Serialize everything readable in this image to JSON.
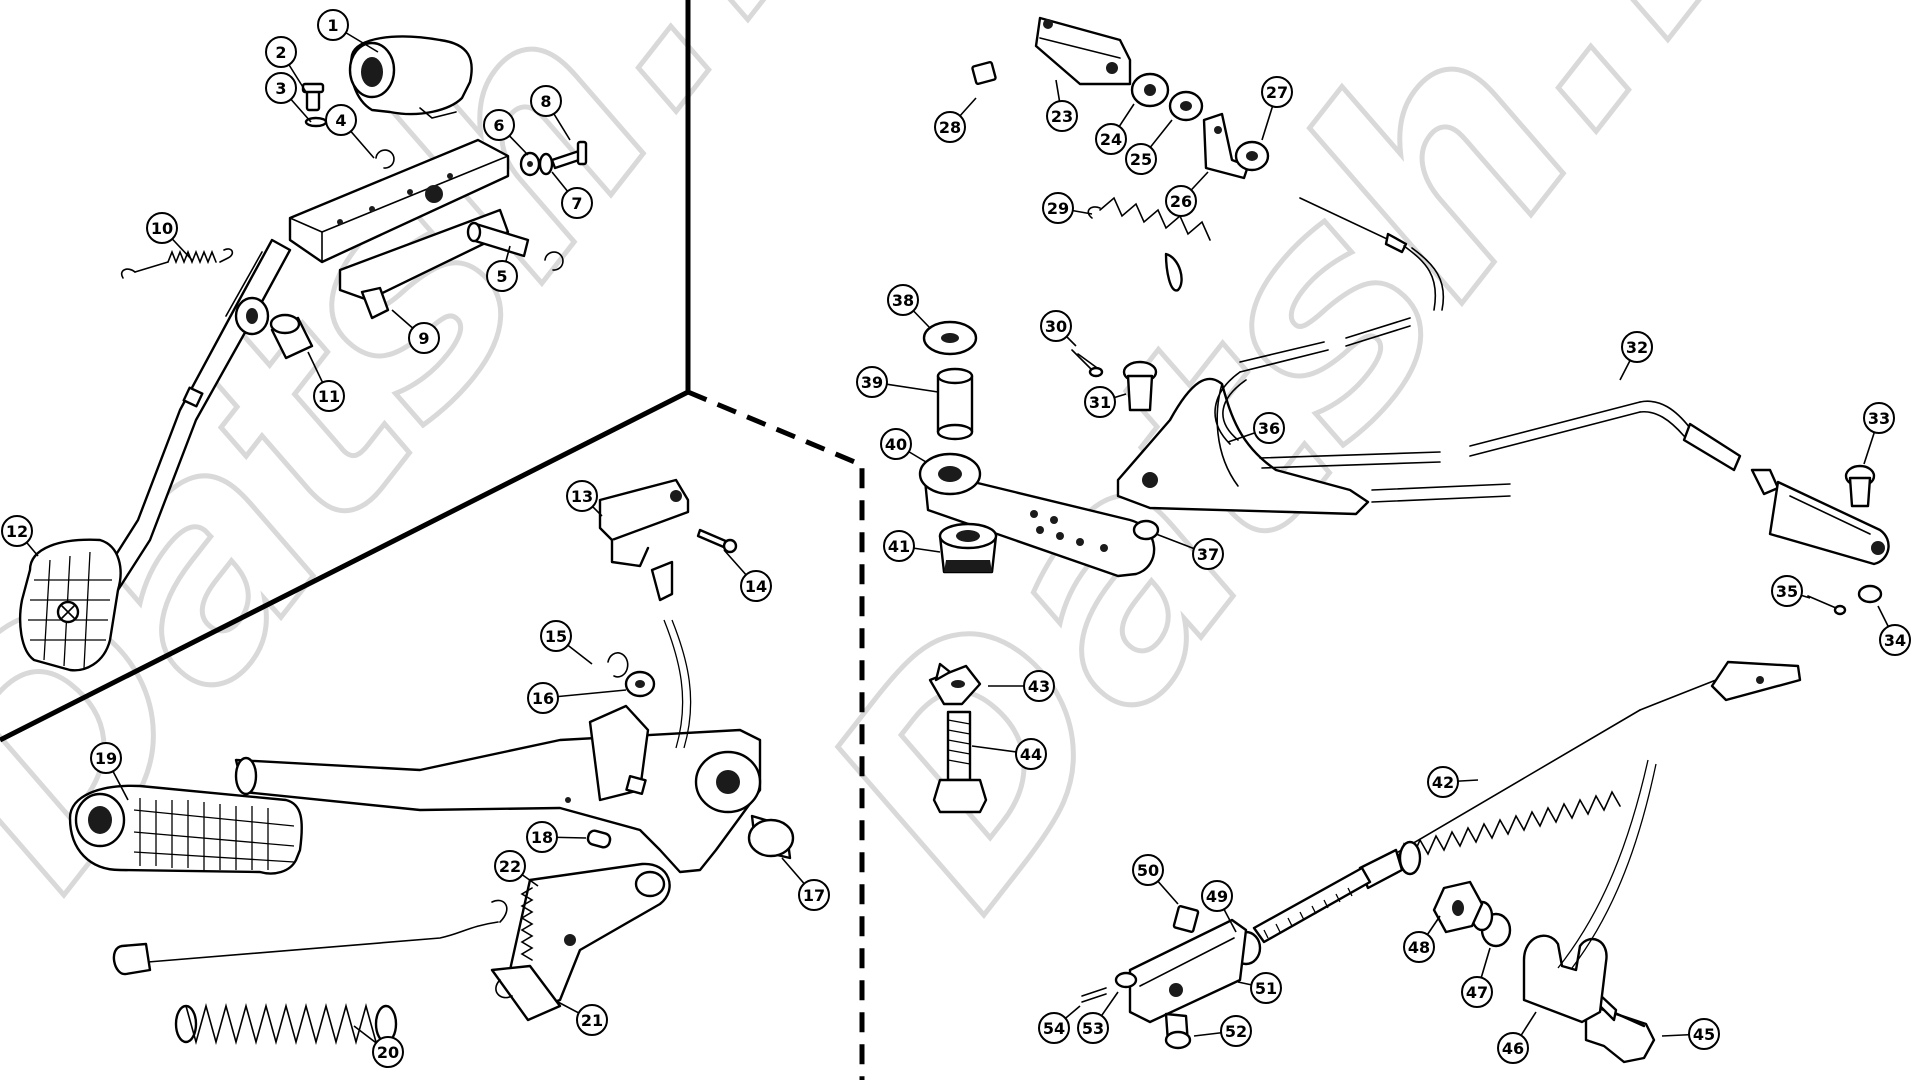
{
  "diagram": {
    "watermark": "Datsh.fr",
    "colors": {
      "ink": "#000000",
      "paper": "#ffffff",
      "watermark": "#d9d9d9"
    },
    "callouts": [
      "1",
      "2",
      "3",
      "4",
      "5",
      "6",
      "7",
      "8",
      "9",
      "10",
      "11",
      "12",
      "13",
      "14",
      "15",
      "16",
      "17",
      "18",
      "19",
      "20",
      "21",
      "22",
      "23",
      "24",
      "25",
      "26",
      "27",
      "28",
      "29",
      "30",
      "31",
      "32",
      "33",
      "34",
      "35",
      "36",
      "37",
      "38",
      "39",
      "40",
      "41",
      "42",
      "43",
      "44",
      "45",
      "46",
      "47",
      "48",
      "49",
      "50",
      "51",
      "52",
      "53",
      "54"
    ]
  }
}
